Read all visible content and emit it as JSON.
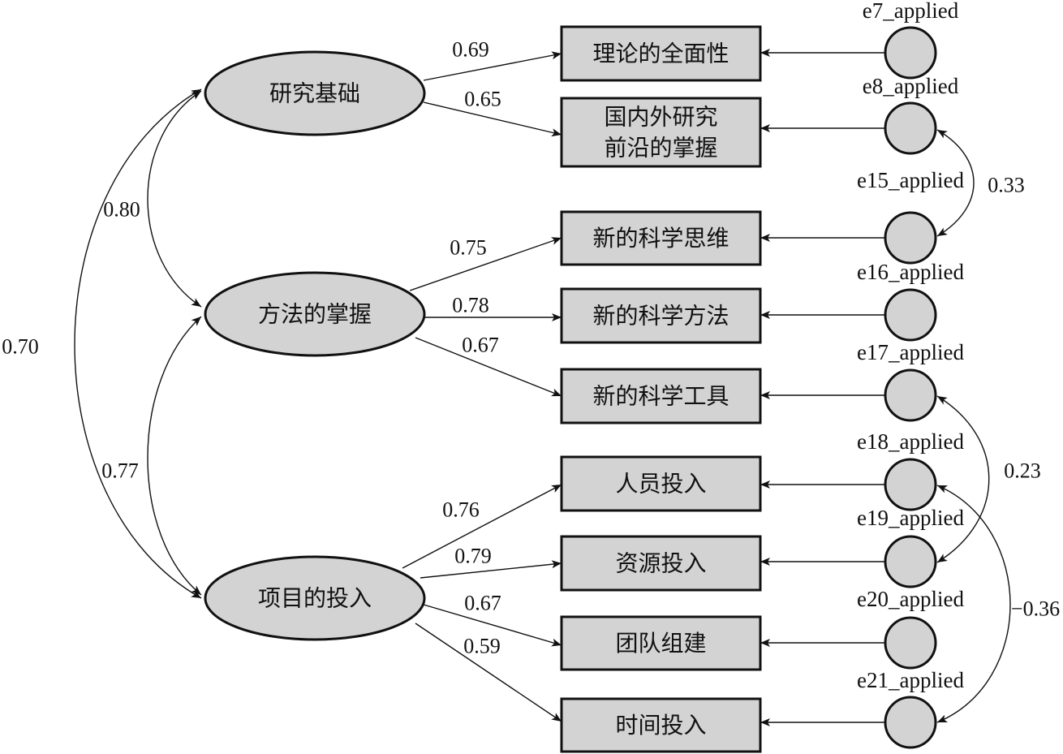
{
  "latent_factors": [
    {
      "id": "research",
      "label": "研究基础"
    },
    {
      "id": "method",
      "label": "方法的掌握"
    },
    {
      "id": "invest",
      "label": "项目的投入"
    }
  ],
  "indicators": [
    {
      "id": "i1",
      "lines": [
        "理论的全面性"
      ],
      "factor": "research",
      "loading": "0.69",
      "error": "e7_applied"
    },
    {
      "id": "i2",
      "lines": [
        "国内外研究",
        "前沿的掌握"
      ],
      "factor": "research",
      "loading": "0.65",
      "error": "e8_applied"
    },
    {
      "id": "i3",
      "lines": [
        "新的科学思维"
      ],
      "factor": "method",
      "loading": "0.75",
      "error": "e15_applied"
    },
    {
      "id": "i4",
      "lines": [
        "新的科学方法"
      ],
      "factor": "method",
      "loading": "0.78",
      "error": "e16_applied"
    },
    {
      "id": "i5",
      "lines": [
        "新的科学工具"
      ],
      "factor": "method",
      "loading": "0.67",
      "error": "e17_applied"
    },
    {
      "id": "i6",
      "lines": [
        "人员投入"
      ],
      "factor": "invest",
      "loading": "0.76",
      "error": "e18_applied"
    },
    {
      "id": "i7",
      "lines": [
        "资源投入"
      ],
      "factor": "invest",
      "loading": "0.79",
      "error": "e19_applied"
    },
    {
      "id": "i8",
      "lines": [
        "团队组建"
      ],
      "factor": "invest",
      "loading": "0.67",
      "error": "e20_applied"
    },
    {
      "id": "i9",
      "lines": [
        "时间投入"
      ],
      "factor": "invest",
      "loading": "0.59",
      "error": "e21_applied"
    }
  ],
  "factor_correlations": [
    {
      "from": "research",
      "to": "method",
      "value": "0.80"
    },
    {
      "from": "method",
      "to": "invest",
      "value": "0.77"
    },
    {
      "from": "research",
      "to": "invest",
      "value": "0.70"
    }
  ],
  "error_covariances": [
    {
      "from": "i2",
      "to": "i3",
      "value": "0.33"
    },
    {
      "from": "i5",
      "to": "i7",
      "value": "0.23"
    },
    {
      "from": "i6",
      "to": "i9",
      "value": "−0.36"
    }
  ],
  "colors": {
    "fill": "#d3d3d3",
    "stroke": "#111111",
    "background": "#ffffff"
  }
}
